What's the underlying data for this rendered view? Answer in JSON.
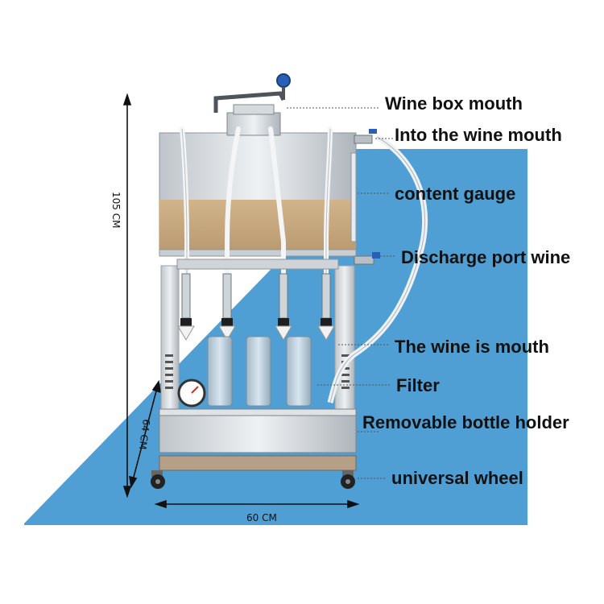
{
  "labels": {
    "wine_box_mouth": "Wine box mouth",
    "into_wine_mouth": "Into the wine mouth",
    "content_gauge": "content gauge",
    "discharge_port": "Discharge port wine",
    "wine_is_mouth": "The wine is mouth",
    "filter": "Filter",
    "bottle_holder": "Removable bottle holder",
    "universal_wheel": "universal wheel"
  },
  "dimensions": {
    "height": "105 CM",
    "depth": "64 CM",
    "width": "60 CM"
  },
  "colors": {
    "background_blue": "#4f9fd4",
    "steel": "#d9dde0",
    "wine_band": "#c7aa82",
    "tube": "#f2f4f5"
  }
}
